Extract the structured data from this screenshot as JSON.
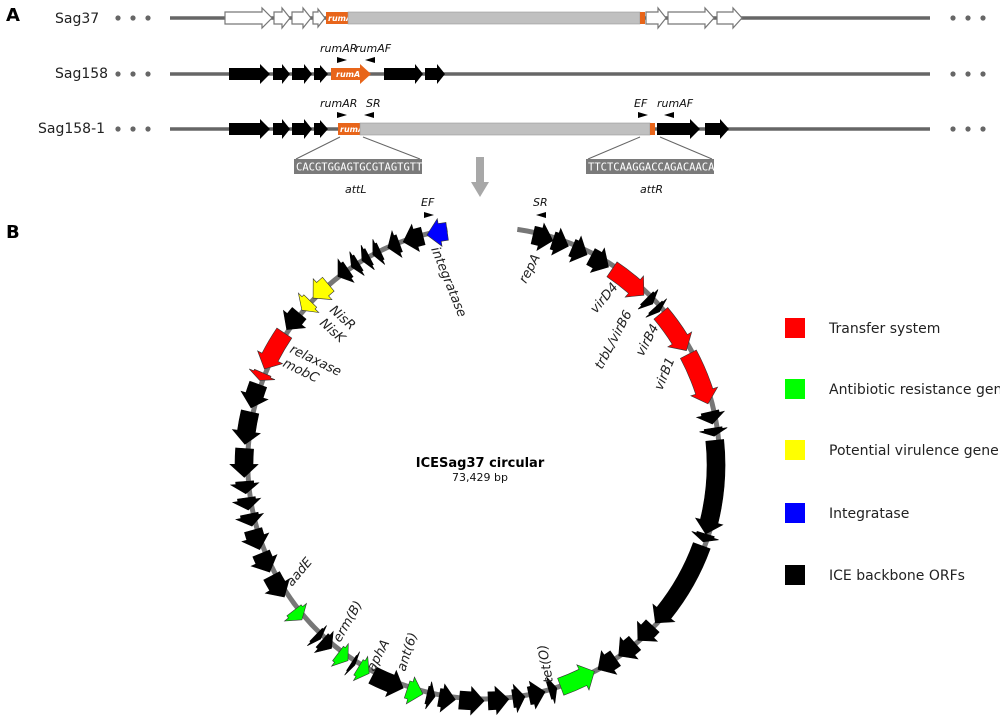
{
  "panels": {
    "a": "A",
    "b": "B"
  },
  "tracks": [
    {
      "label": "Sag37"
    },
    {
      "label": "Sag158"
    },
    {
      "label": "Sag158-1"
    }
  ],
  "ellipsis": "• • •",
  "gene_rumA": "rumA",
  "primers": {
    "sag158_rumAR": "rumAR",
    "sag158_rumAF": "rumAF",
    "sag1581_rumAR": "rumAR",
    "sag1581_SR": "SR",
    "sag1581_EF": "EF",
    "sag1581_rumAF": "rumAF",
    "circ_EF": "EF",
    "circ_SR": "SR"
  },
  "attL": {
    "sequence": "CACGTGGAGTGCGTAGTGTT",
    "label": "attL"
  },
  "attR": {
    "sequence": "TTCTCAAGGACCAGACAACA",
    "label": "attR"
  },
  "circle": {
    "title": "ICESag37 circular",
    "size": "73,429 bp"
  },
  "gene_labels": {
    "integratase": "integratase",
    "repA": "repA",
    "virD4": "virD4",
    "trbL_virB6": "trbL/virB6",
    "virB4": "virB4",
    "virB1": "virB1",
    "NisR": "NisR",
    "NisK": "NisK",
    "relaxase": "relaxase",
    "mobC": "mobC",
    "aadE": "aadE",
    "ermB": "erm(B)",
    "aphA": "aphA",
    "ant6": "ant(6)",
    "tetO": "tet(O)"
  },
  "legend": [
    {
      "label": "Transfer system",
      "color": "#ff0000"
    },
    {
      "label": "Antibiotic resistance gene",
      "color": "#00ff00"
    },
    {
      "label": "Potential virulence gene",
      "color": "#ffff00"
    },
    {
      "label": "Integratase",
      "color": "#0000ff"
    },
    {
      "label": "ICE backbone ORFs",
      "color": "#000000"
    }
  ],
  "colors": {
    "backbone_line": "#666666",
    "insert_grey": "#c0c0c0",
    "rumA_orange": "#e8651a",
    "seq_box": "#7a7a7a",
    "gray_arrow": "#a8a8a8"
  }
}
